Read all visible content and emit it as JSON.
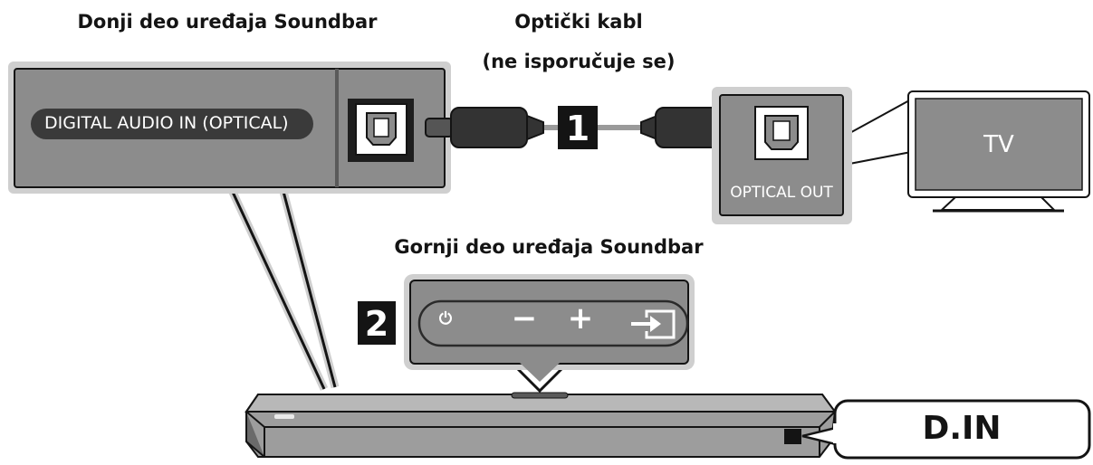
{
  "labels": {
    "bottom_part": "Donji deo uređaja Soundbar",
    "cable_name": "Optički kabl",
    "cable_note": "(ne isporučuje se)",
    "top_part": "Gornji deo uređaja Soundbar",
    "digital_audio_in": "DIGITAL AUDIO IN (OPTICAL)",
    "optical_out": "OPTICAL OUT",
    "tv": "TV",
    "display_text": "D.IN"
  },
  "steps": [
    "1",
    "2"
  ],
  "top_panel_buttons": [
    {
      "icon": "power-icon",
      "symbol": "⏻"
    },
    {
      "icon": "minus-icon",
      "symbol": "−"
    },
    {
      "icon": "plus-icon",
      "symbol": "+"
    },
    {
      "icon": "input-source-icon",
      "symbol": ""
    }
  ],
  "colors": {
    "panel_gray": "#8c8c8c",
    "outline_gray": "#cfcfcf",
    "dark": "#141414",
    "white": "#ffffff"
  }
}
